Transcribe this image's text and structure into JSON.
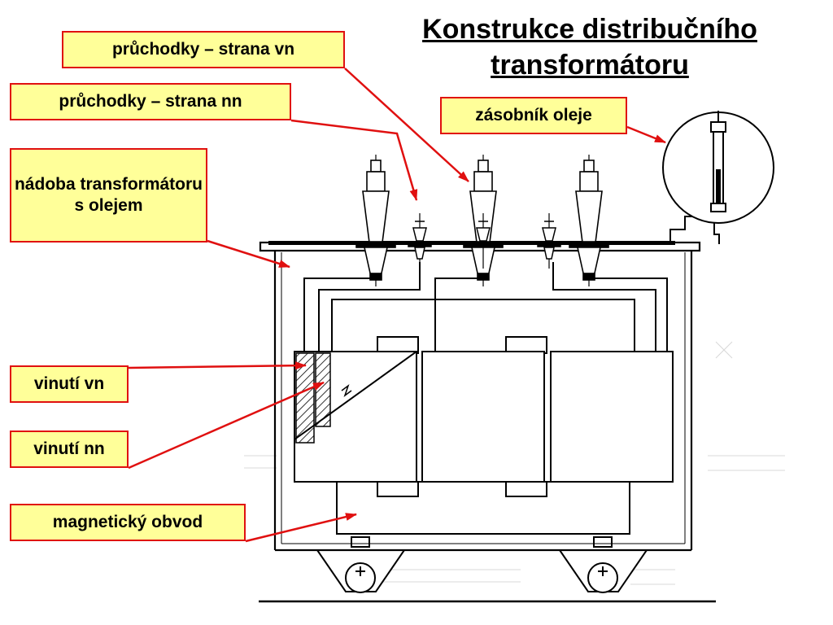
{
  "title": "Konstrukce distribučního transformátoru",
  "labels": {
    "bushings_hv": "průchodky – strana vn",
    "bushings_lv": "průchodky – strana nn",
    "oil_reservoir": "zásobník oleje",
    "tank": "nádoba transformátoru s olejem",
    "winding_hv": "vinutí vn",
    "winding_lv": "vinutí nn",
    "magnetic_circuit": "magnetický obvod"
  },
  "colors": {
    "label_fill": "#ffff99",
    "label_border": "#e01010",
    "arrow": "#e01010",
    "drawing": "#000000"
  }
}
